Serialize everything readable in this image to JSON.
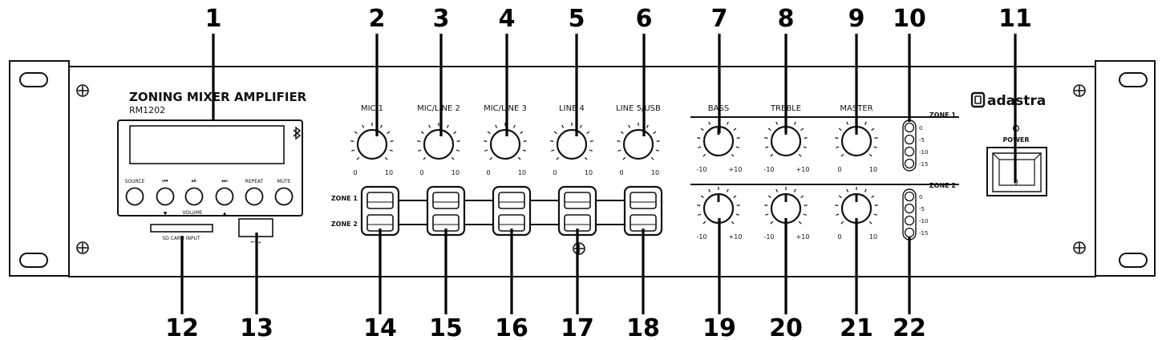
{
  "product": {
    "title": "ZONING MIXER AMPLIFIER",
    "model": "RM1202",
    "brand": "adastra"
  },
  "display_buttons": [
    "SOURCE",
    "⏮",
    "⏯",
    "⏭",
    "REPEAT",
    "MUTE"
  ],
  "volume_label": "VOLUME",
  "volume_down": "▼",
  "volume_up": "▲",
  "sd_label": "SD CARD INPUT",
  "usb_symbol": "⭠⭢",
  "channels": [
    {
      "label": "MIC 1",
      "min": "0",
      "max": "10"
    },
    {
      "label": "MIC/LINE 2",
      "min": "0",
      "max": "10"
    },
    {
      "label": "MIC/LINE 3",
      "min": "0",
      "max": "10"
    },
    {
      "label": "LINE 4",
      "min": "0",
      "max": "10"
    },
    {
      "label": "LINE 5/USB",
      "min": "0",
      "max": "10"
    }
  ],
  "zone_select_labels": [
    "ZONE 1",
    "ZONE 2"
  ],
  "tone_controls": [
    {
      "label": "BASS",
      "min": "-10",
      "max": "+10"
    },
    {
      "label": "TREBLE",
      "min": "-10",
      "max": "+10"
    },
    {
      "label": "MASTER",
      "min": "0",
      "max": "10"
    }
  ],
  "zone1_label": "ZONE 1",
  "zone2_label": "ZONE 2",
  "meter_marks": [
    "0",
    "-5",
    "-10",
    "-15"
  ],
  "power_label": "POWER",
  "power_switch": "0",
  "callouts_top": [
    "1",
    "2",
    "3",
    "4",
    "5",
    "6",
    "7",
    "8",
    "9",
    "10",
    "11"
  ],
  "callouts_bottom": [
    "12",
    "13",
    "14",
    "15",
    "16",
    "17",
    "18",
    "19",
    "20",
    "21",
    "22"
  ]
}
